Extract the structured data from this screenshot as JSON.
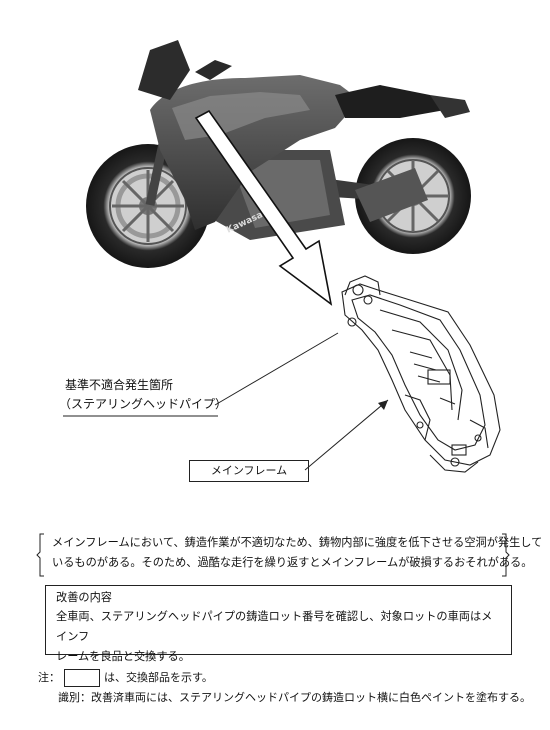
{
  "callouts": {
    "defect_location_title": "基準不適合発生箇所",
    "defect_location_part": "（ステアリングヘッドパイプ）",
    "main_frame_label": "メインフレーム"
  },
  "defect_description": {
    "line1": "メインフレームにおいて、鋳造作業が不適切なため、鋳物内部に強度を低下させる空洞が発生して",
    "line2": "いるものがある。そのため、過酷な走行を繰り返すとメインフレームが破損するおそれがある。"
  },
  "remedy": {
    "title": "改善の内容",
    "line1": "全車両、ステアリングヘッドパイプの鋳造ロット番号を確認し、対象ロットの車両はメインフ",
    "line2": "レームを良品と交換する。"
  },
  "notes": {
    "note_prefix": "注：",
    "note_text": "は、交換部品を示す。",
    "identification": "識別：改善済車両には、ステアリングヘッドパイプの鋳造ロット横に白色ペイントを塗布する。"
  },
  "bike_logo": "Kawasaki"
}
